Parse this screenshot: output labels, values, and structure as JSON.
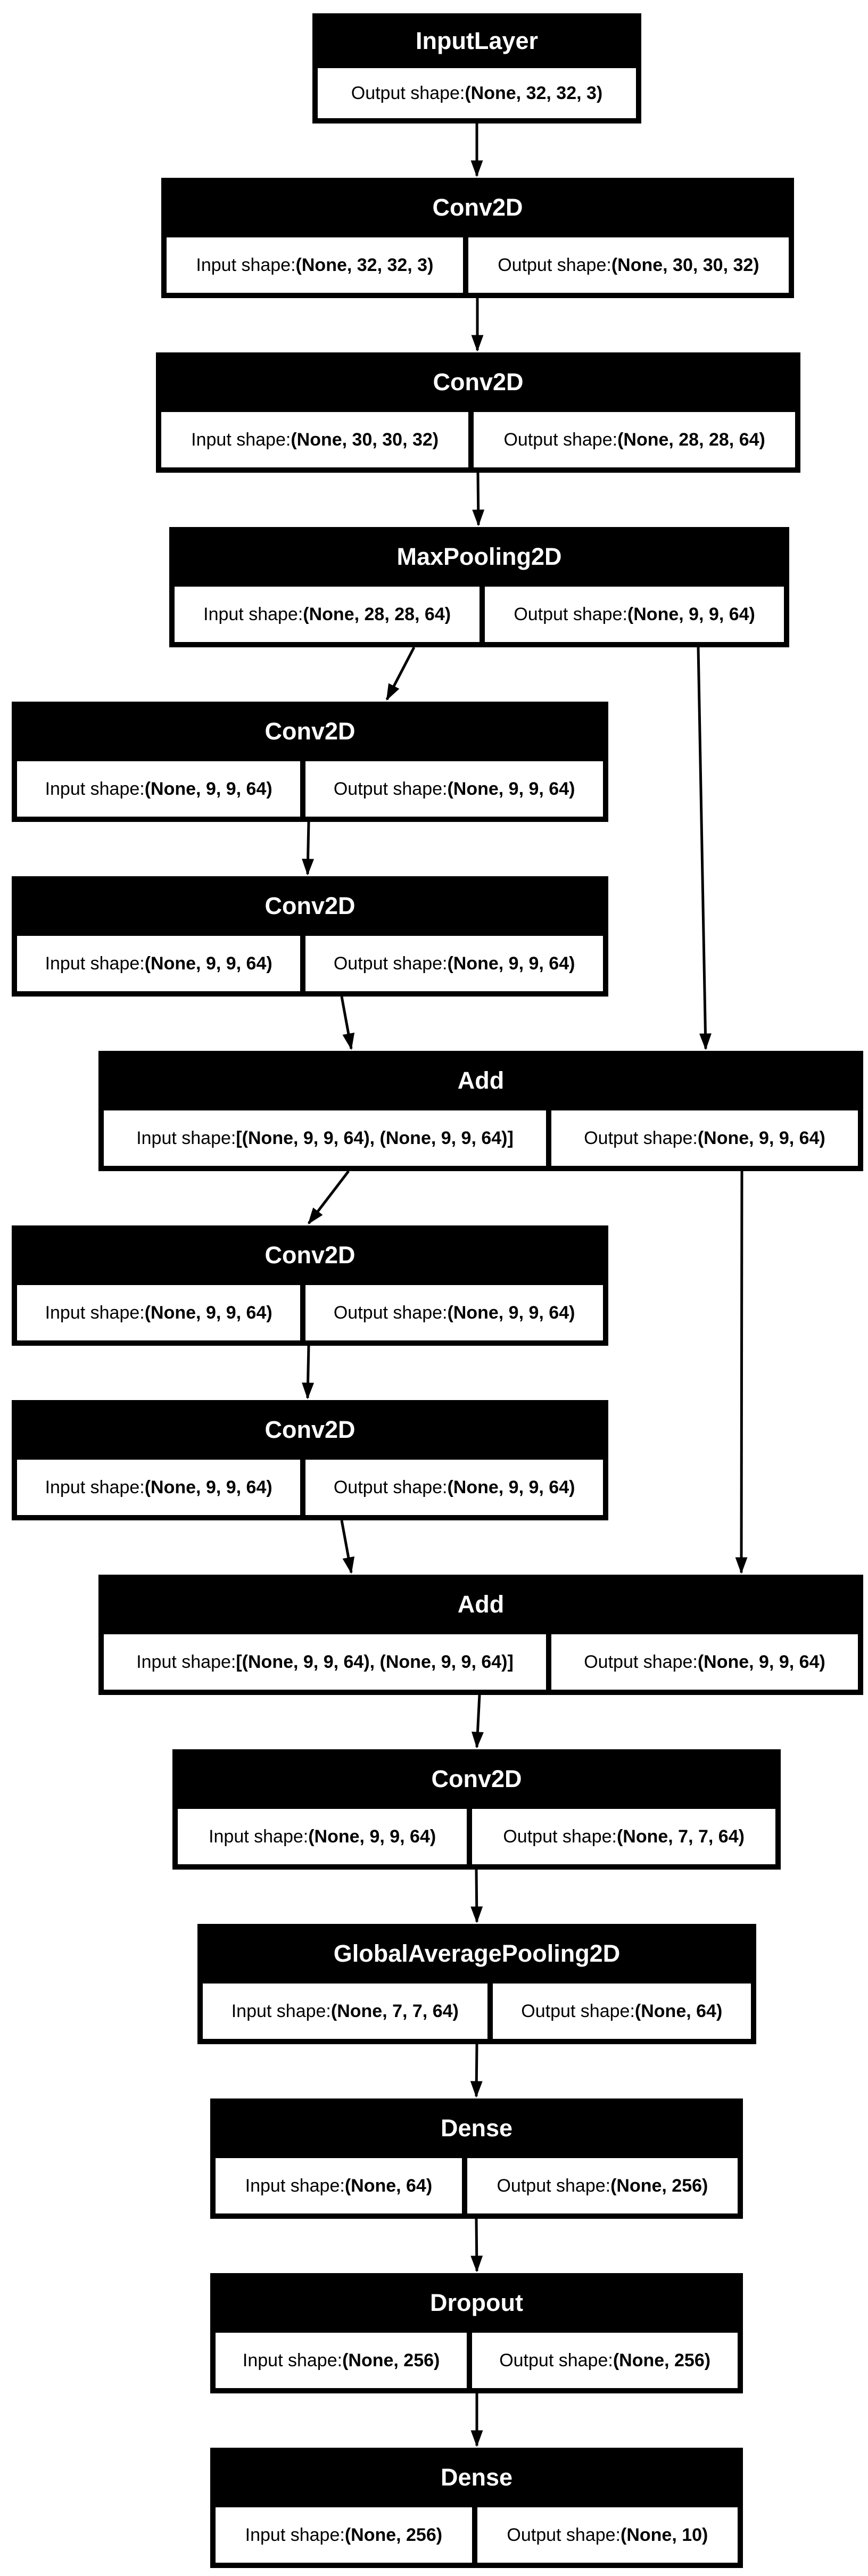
{
  "labels": {
    "input_prefix": "Input shape: ",
    "output_prefix": "Output shape: "
  },
  "colors": {
    "background": "#ffffff",
    "node_fill": "#000000",
    "node_title_text": "#ffffff",
    "cell_fill": "#ffffff",
    "cell_text": "#000000",
    "edge": "#000000"
  },
  "nodes": [
    {
      "id": "input_layer",
      "type": "InputLayer",
      "output_shape": "(None, 32, 32, 3)"
    },
    {
      "id": "conv2d_1",
      "type": "Conv2D",
      "input_shape": "(None, 32, 32, 3)",
      "output_shape": "(None, 30, 30, 32)"
    },
    {
      "id": "conv2d_2",
      "type": "Conv2D",
      "input_shape": "(None, 30, 30, 32)",
      "output_shape": "(None, 28, 28, 64)"
    },
    {
      "id": "max_pooling2d",
      "type": "MaxPooling2D",
      "input_shape": "(None, 28, 28, 64)",
      "output_shape": "(None, 9, 9, 64)"
    },
    {
      "id": "conv2d_3",
      "type": "Conv2D",
      "input_shape": "(None, 9, 9, 64)",
      "output_shape": "(None, 9, 9, 64)"
    },
    {
      "id": "conv2d_4",
      "type": "Conv2D",
      "input_shape": "(None, 9, 9, 64)",
      "output_shape": "(None, 9, 9, 64)"
    },
    {
      "id": "add_1",
      "type": "Add",
      "input_shape": "[(None, 9, 9, 64), (None, 9, 9, 64)]",
      "output_shape": "(None, 9, 9, 64)"
    },
    {
      "id": "conv2d_5",
      "type": "Conv2D",
      "input_shape": "(None, 9, 9, 64)",
      "output_shape": "(None, 9, 9, 64)"
    },
    {
      "id": "conv2d_6",
      "type": "Conv2D",
      "input_shape": "(None, 9, 9, 64)",
      "output_shape": "(None, 9, 9, 64)"
    },
    {
      "id": "add_2",
      "type": "Add",
      "input_shape": "[(None, 9, 9, 64), (None, 9, 9, 64)]",
      "output_shape": "(None, 9, 9, 64)"
    },
    {
      "id": "conv2d_7",
      "type": "Conv2D",
      "input_shape": "(None, 9, 9, 64)",
      "output_shape": "(None, 7, 7, 64)"
    },
    {
      "id": "global_average_pooling2d",
      "type": "GlobalAveragePooling2D",
      "input_shape": "(None, 7, 7, 64)",
      "output_shape": "(None, 64)"
    },
    {
      "id": "dense_1",
      "type": "Dense",
      "input_shape": "(None, 64)",
      "output_shape": "(None, 256)"
    },
    {
      "id": "dropout",
      "type": "Dropout",
      "input_shape": "(None, 256)",
      "output_shape": "(None, 256)"
    },
    {
      "id": "dense_2",
      "type": "Dense",
      "input_shape": "(None, 256)",
      "output_shape": "(None, 10)"
    }
  ],
  "edges": [
    {
      "from": "input_layer",
      "to": "conv2d_1"
    },
    {
      "from": "conv2d_1",
      "to": "conv2d_2"
    },
    {
      "from": "conv2d_2",
      "to": "max_pooling2d"
    },
    {
      "from": "max_pooling2d",
      "to": "conv2d_3"
    },
    {
      "from": "max_pooling2d",
      "to": "add_1"
    },
    {
      "from": "conv2d_3",
      "to": "conv2d_4"
    },
    {
      "from": "conv2d_4",
      "to": "add_1"
    },
    {
      "from": "add_1",
      "to": "conv2d_5"
    },
    {
      "from": "add_1",
      "to": "add_2"
    },
    {
      "from": "conv2d_5",
      "to": "conv2d_6"
    },
    {
      "from": "conv2d_6",
      "to": "add_2"
    },
    {
      "from": "add_2",
      "to": "conv2d_7"
    },
    {
      "from": "conv2d_7",
      "to": "global_average_pooling2d"
    },
    {
      "from": "global_average_pooling2d",
      "to": "dense_1"
    },
    {
      "from": "dense_1",
      "to": "dropout"
    },
    {
      "from": "dropout",
      "to": "dense_2"
    }
  ]
}
